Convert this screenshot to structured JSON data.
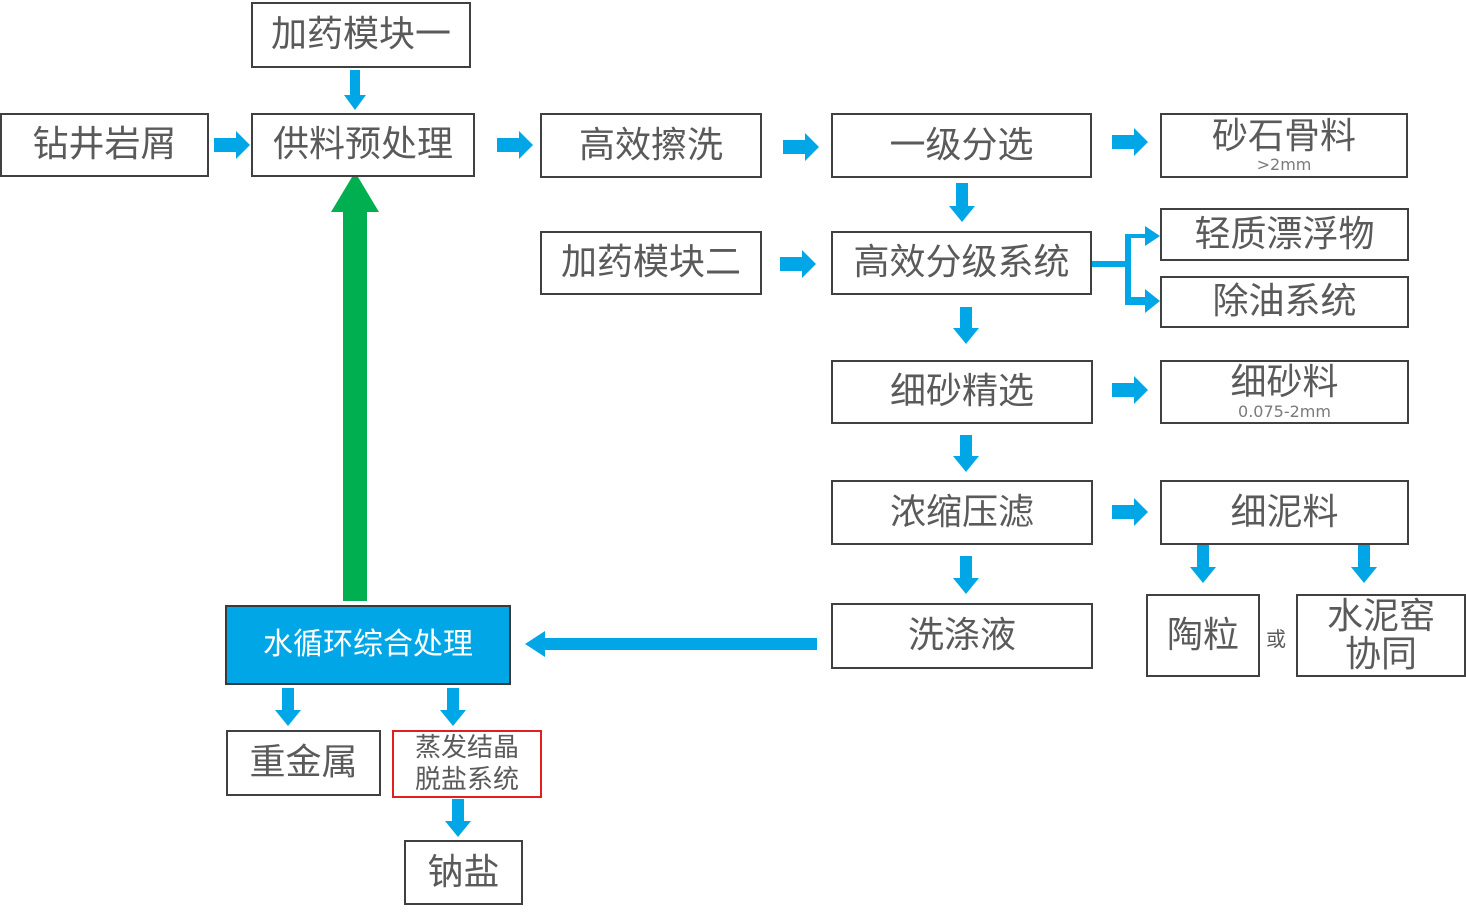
{
  "nodes": {
    "dosing_module_1": "加药模块一",
    "drill_cuttings": "钻井岩屑",
    "feed_pretreatment": "供料预处理",
    "efficient_scrubbing": "高效擦洗",
    "primary_sorting": "一级分选",
    "sand_aggregate": "砂石骨料",
    "sand_aggregate_spec": ">2mm",
    "dosing_module_2": "加药模块二",
    "efficient_grading": "高效分级系统",
    "light_floats": "轻质漂浮物",
    "oil_removal": "除油系统",
    "fine_sand_selection": "细砂精选",
    "fine_sand": "细砂料",
    "fine_sand_spec": "0.075-2mm",
    "thickening_filter": "浓缩压滤",
    "fine_mud": "细泥料",
    "ceramsite": "陶粒",
    "or_label": "或",
    "cement_kiln_line1": "水泥窑",
    "cement_kiln_line2": "协同",
    "washing_liquid": "洗涤液",
    "water_treatment": "水循环综合处理",
    "heavy_metal": "重金属",
    "evap_line1": "蒸发结晶",
    "evap_line2": "脱盐系统",
    "sodium_salt": "钠盐"
  },
  "colors": {
    "arrow_blue": "#00a6e6",
    "arrow_green": "#00b050",
    "box_border": "#404040",
    "text_gray": "#5a5a5a",
    "highlight_red": "#e02020"
  }
}
